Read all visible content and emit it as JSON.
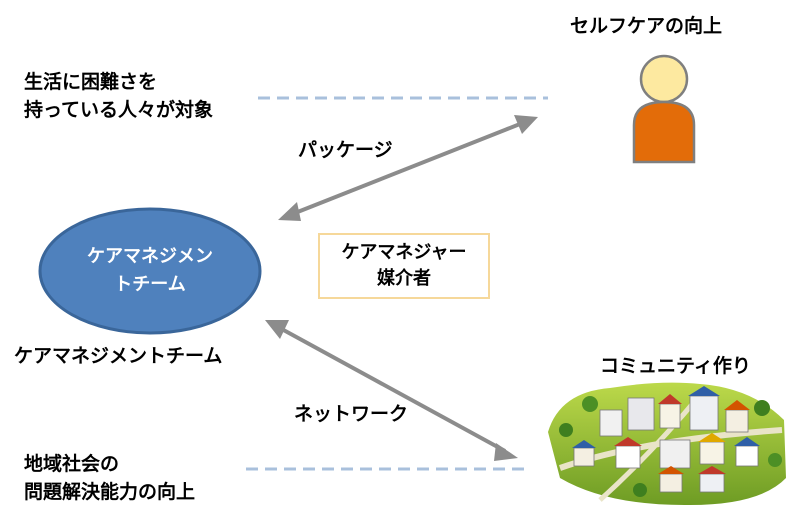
{
  "labels": {
    "target_line1": "生活に困難さを",
    "target_line2": "持っている人々が対象",
    "self_care": "セルフケアの向上",
    "package": "パッケージ",
    "team_inner_line1": "ケアマネジメン",
    "team_inner_line2": "トチーム",
    "team_caption": "ケアマネジメントチーム",
    "care_manager_line1": "ケアマネジャー",
    "care_manager_line2": "媒介者",
    "network": "ネットワーク",
    "community": "コミュニティ作り",
    "region_line1": "地域社会の",
    "region_line2": "問題解決能力の向上"
  },
  "icons": {
    "person": "person-icon",
    "town": "town-illustration-icon"
  },
  "colors": {
    "ellipse_fill": "#4f81bd",
    "ellipse_stroke": "#3a669a",
    "person_head": "#fde9a0",
    "person_body": "#e36c09",
    "arrow": "#8c8c8c",
    "dash_line": "#a9c0dc",
    "box_border": "#f6d89a"
  }
}
